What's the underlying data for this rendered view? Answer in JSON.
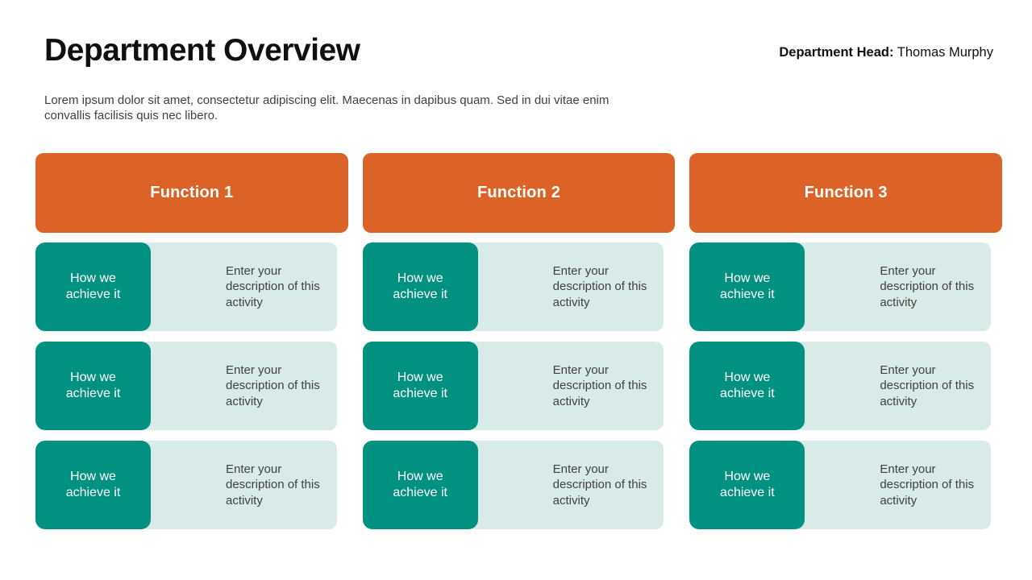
{
  "slide": {
    "title": "Department Overview",
    "subtitle": "Lorem ipsum dolor sit amet, consectetur adipiscing elit. Maecenas in dapibus quam. Sed in dui vitae enim convallis facilisis quis nec libero.",
    "department_head_label": "Department Head:",
    "department_head_name": "Thomas Murphy"
  },
  "colors": {
    "header_orange": "#DB6327",
    "label_teal": "#019180",
    "description_bg": "#D9EBE8",
    "body_text": "#404040"
  },
  "columns": [
    {
      "title": "Function 1",
      "rows": [
        {
          "label": "How we achieve it",
          "description": "Enter your description of this activity"
        },
        {
          "label": "How we achieve it",
          "description": "Enter your description of this activity"
        },
        {
          "label": "How we achieve it",
          "description": "Enter your description of this activity"
        }
      ]
    },
    {
      "title": "Function 2",
      "rows": [
        {
          "label": "How we achieve it",
          "description": "Enter your description of this activity"
        },
        {
          "label": "How we achieve it",
          "description": "Enter your description of this activity"
        },
        {
          "label": "How we achieve it",
          "description": "Enter your description of this activity"
        }
      ]
    },
    {
      "title": "Function 3",
      "rows": [
        {
          "label": "How we achieve it",
          "description": "Enter your description of this activity"
        },
        {
          "label": "How we achieve it",
          "description": "Enter your description of this activity"
        },
        {
          "label": "How we achieve it",
          "description": "Enter your description of this activity"
        }
      ]
    }
  ]
}
